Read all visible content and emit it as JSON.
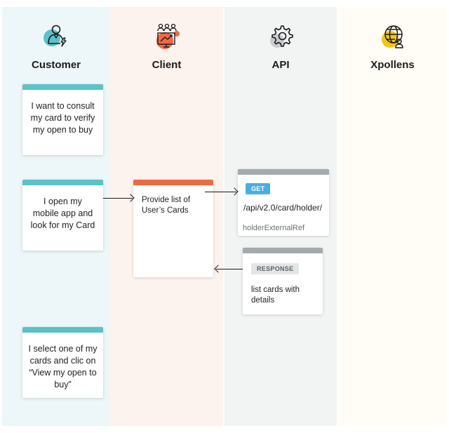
{
  "lanes": [
    {
      "title": "Customer",
      "icon": "customer-icon"
    },
    {
      "title": "Client",
      "icon": "client-icon"
    },
    {
      "title": "API",
      "icon": "gear-icon"
    },
    {
      "title": "Xpollens",
      "icon": "globe-icon"
    }
  ],
  "customer_steps": [
    "I want to consult my card to verify my open to buy",
    "I open my mobile app and look for my Card",
    "I select one of my cards and clic on “View my open to buy”"
  ],
  "client_step": "Provide list of User’s Cards",
  "api_request": {
    "method": "GET",
    "path": "/api/v2.0/card/holder/",
    "param": "holderExternalRef"
  },
  "api_response": {
    "label": "RESPONSE",
    "text": "list cards with details"
  },
  "colors": {
    "teal": "#5bc2c6",
    "orange": "#ee6a44",
    "gray": "#a3aaad",
    "get_blue": "#4aaee4",
    "yellow": "#f3c515"
  }
}
